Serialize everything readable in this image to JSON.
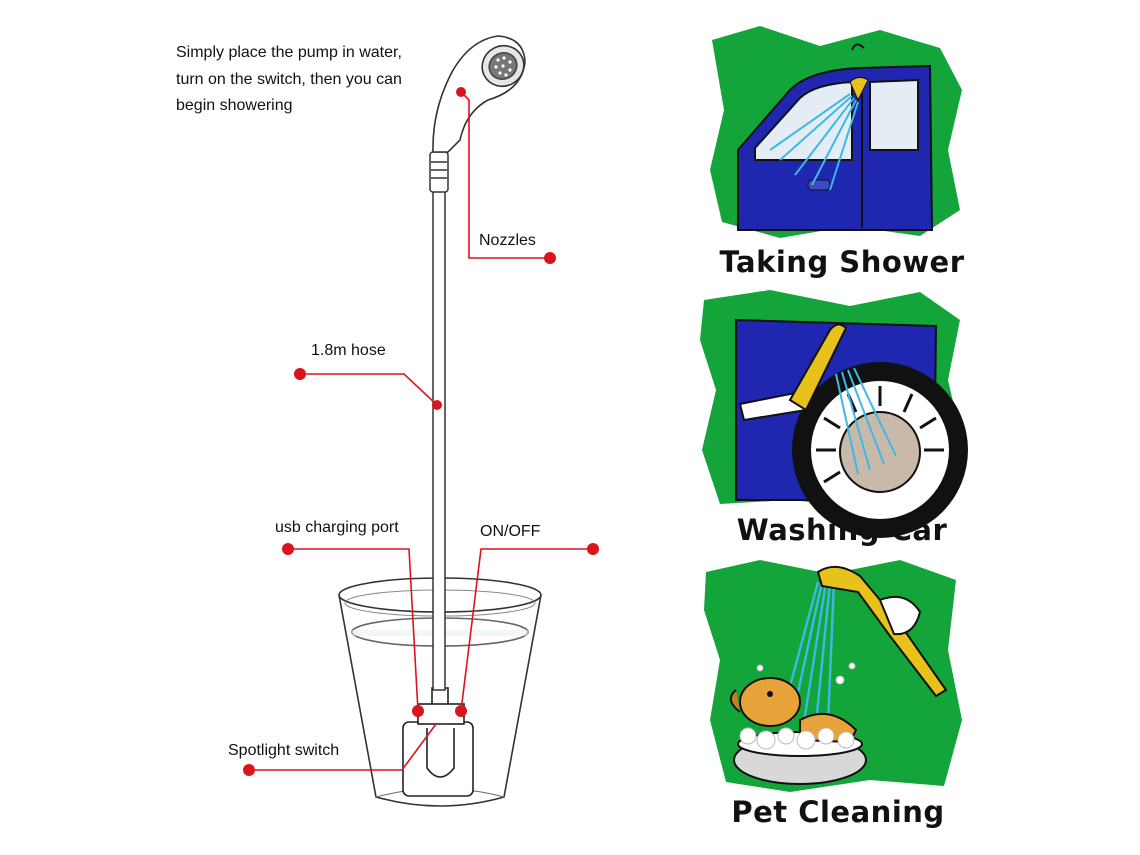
{
  "intro_text": "Simply place the pump in water, turn on the switch, then you can begin showering",
  "labels": {
    "nozzles": "Nozzles",
    "hose": "1.8m hose",
    "usb": "usb charging port",
    "onoff": "ON/OFF",
    "spotlight": "Spotlight switch"
  },
  "uses": [
    {
      "caption": "Taking Shower"
    },
    {
      "caption": "Washing Car"
    },
    {
      "caption": "Pet Cleaning"
    }
  ],
  "colors": {
    "callout": "#d9141c",
    "panel_green": "#14a53a",
    "car_blue": "#1f27b0",
    "water": "#3fb8e8",
    "nozzle_yellow": "#e6c21a",
    "dog": "#e8a23a"
  }
}
